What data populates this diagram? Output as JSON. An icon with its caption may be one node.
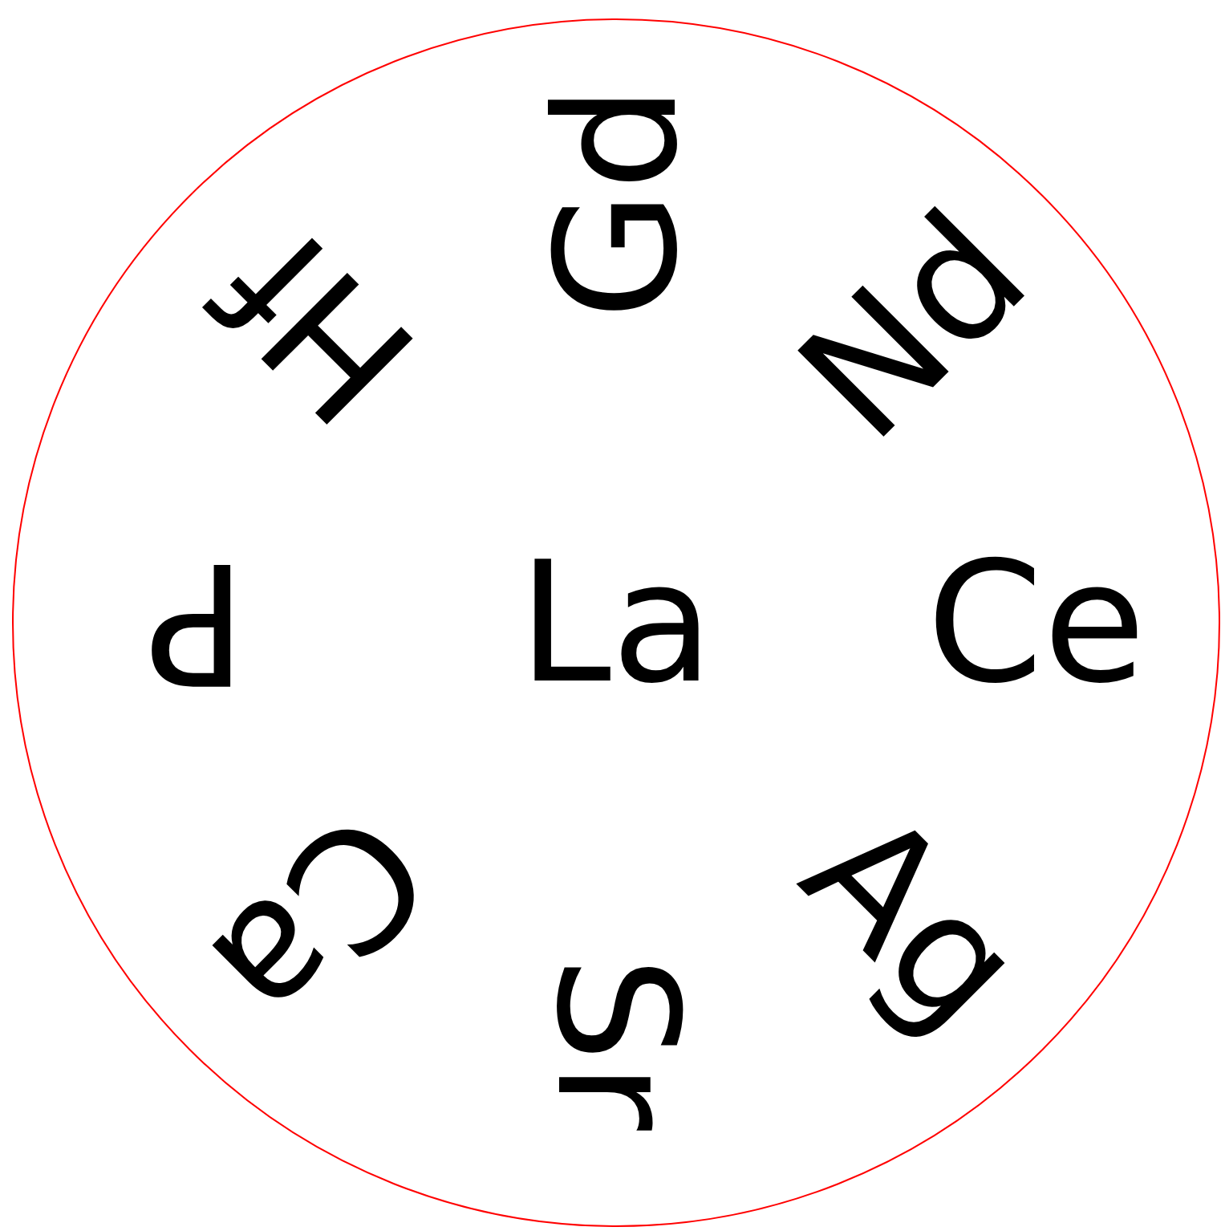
{
  "diagram": {
    "labels": [
      "La",
      "Ce",
      "Ag",
      "Sr",
      "Ca",
      "P",
      "Hf",
      "Gd",
      "Nd"
    ]
  }
}
